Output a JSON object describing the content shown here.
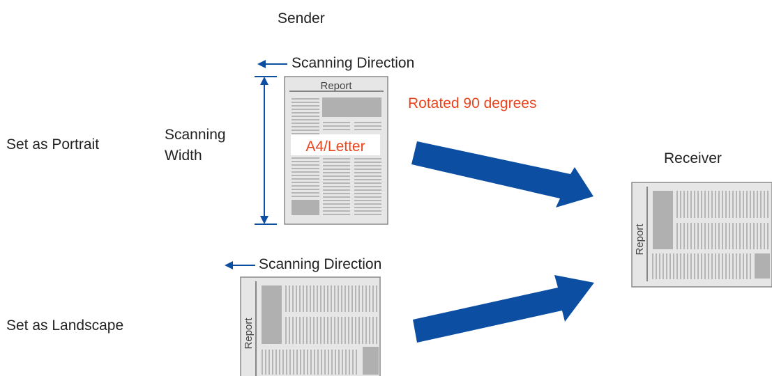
{
  "labels": {
    "sender": "Sender",
    "receiver": "Receiver",
    "set_portrait": "Set as Portrait",
    "set_landscape": "Set as Landscape",
    "scanning_direction_top": "Scanning Direction",
    "scanning_direction_bottom": "Scanning Direction",
    "scanning_width_line1": "Scanning",
    "scanning_width_line2": "Width",
    "rotated": "Rotated 90 degrees",
    "paper_size": "A4/Letter"
  },
  "documents": {
    "portrait_title": "Report",
    "landscape_title": "Report",
    "receiver_title": "Report"
  },
  "colors": {
    "arrow_blue": "#0b4ea2",
    "highlight_red": "#e8441c",
    "page_fill": "#e6e6e6",
    "block_fill": "#b0b0b0"
  }
}
